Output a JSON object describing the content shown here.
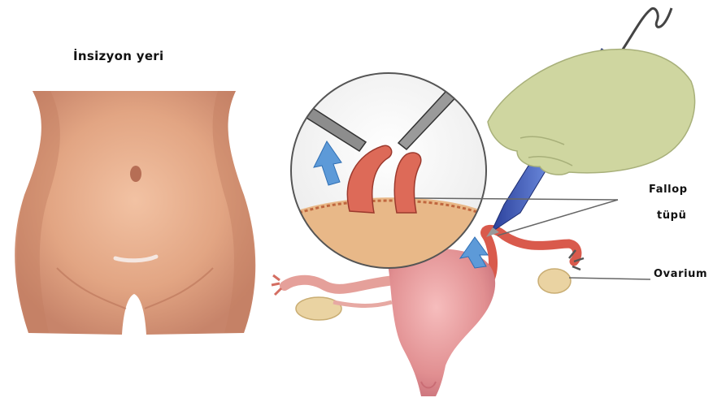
{
  "labels": {
    "incision_site": "İnsizyon yeri",
    "fallopian_tube_line1": "Fallop",
    "fallopian_tube_line2": "tüpü",
    "ovary": "Ovarium"
  },
  "colors": {
    "skin": "#e6ad8e",
    "uterus": "#e79c9c",
    "tube": "#d95a4c",
    "ovary": "#ead3a2",
    "instrument_blue": "#3f5fc0",
    "glove": "#cfd6a0",
    "arrow_blue": "#5d9ad8",
    "leader_line": "#666666"
  }
}
